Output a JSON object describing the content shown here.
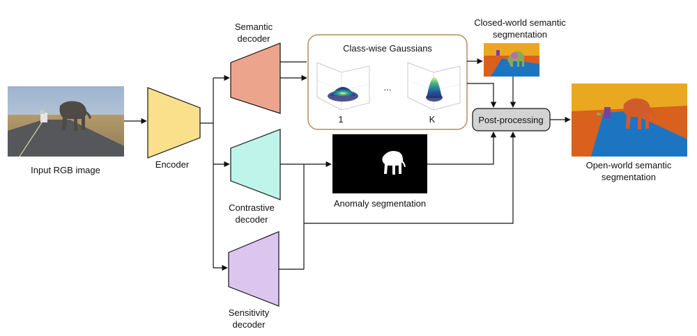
{
  "labels": {
    "input": "Input RGB image",
    "encoder": "Encoder",
    "semantic_decoder": [
      "Semantic",
      "decoder"
    ],
    "contrastive_decoder": [
      "Contrastive",
      "decoder"
    ],
    "sensitivity_decoder": [
      "Sensitivity",
      "decoder"
    ],
    "gaussians_title": "Class-wise Gaussians",
    "gaussian_first": "1",
    "gaussian_ellipsis": "...",
    "gaussian_last": "K",
    "closed_world": [
      "Closed-world semantic",
      "segmentation"
    ],
    "anomaly": "Anomaly segmentation",
    "post_processing": "Post-processing",
    "open_world": [
      "Open-world semantic",
      "segmentation"
    ]
  },
  "colors": {
    "encoder": "#fbe08c",
    "semantic_decoder": "#eda48c",
    "contrastive_decoder": "#bff4ea",
    "sensitivity_decoder": "#dcc6f0",
    "gaussians_border": "#b98a5e",
    "post_processing_fill": "#d3d3d3",
    "seg_sky": "#e9a81f",
    "seg_road": "#1d75c2",
    "seg_ground": "#d9601d",
    "seg_elephant": "#d05c2c"
  }
}
